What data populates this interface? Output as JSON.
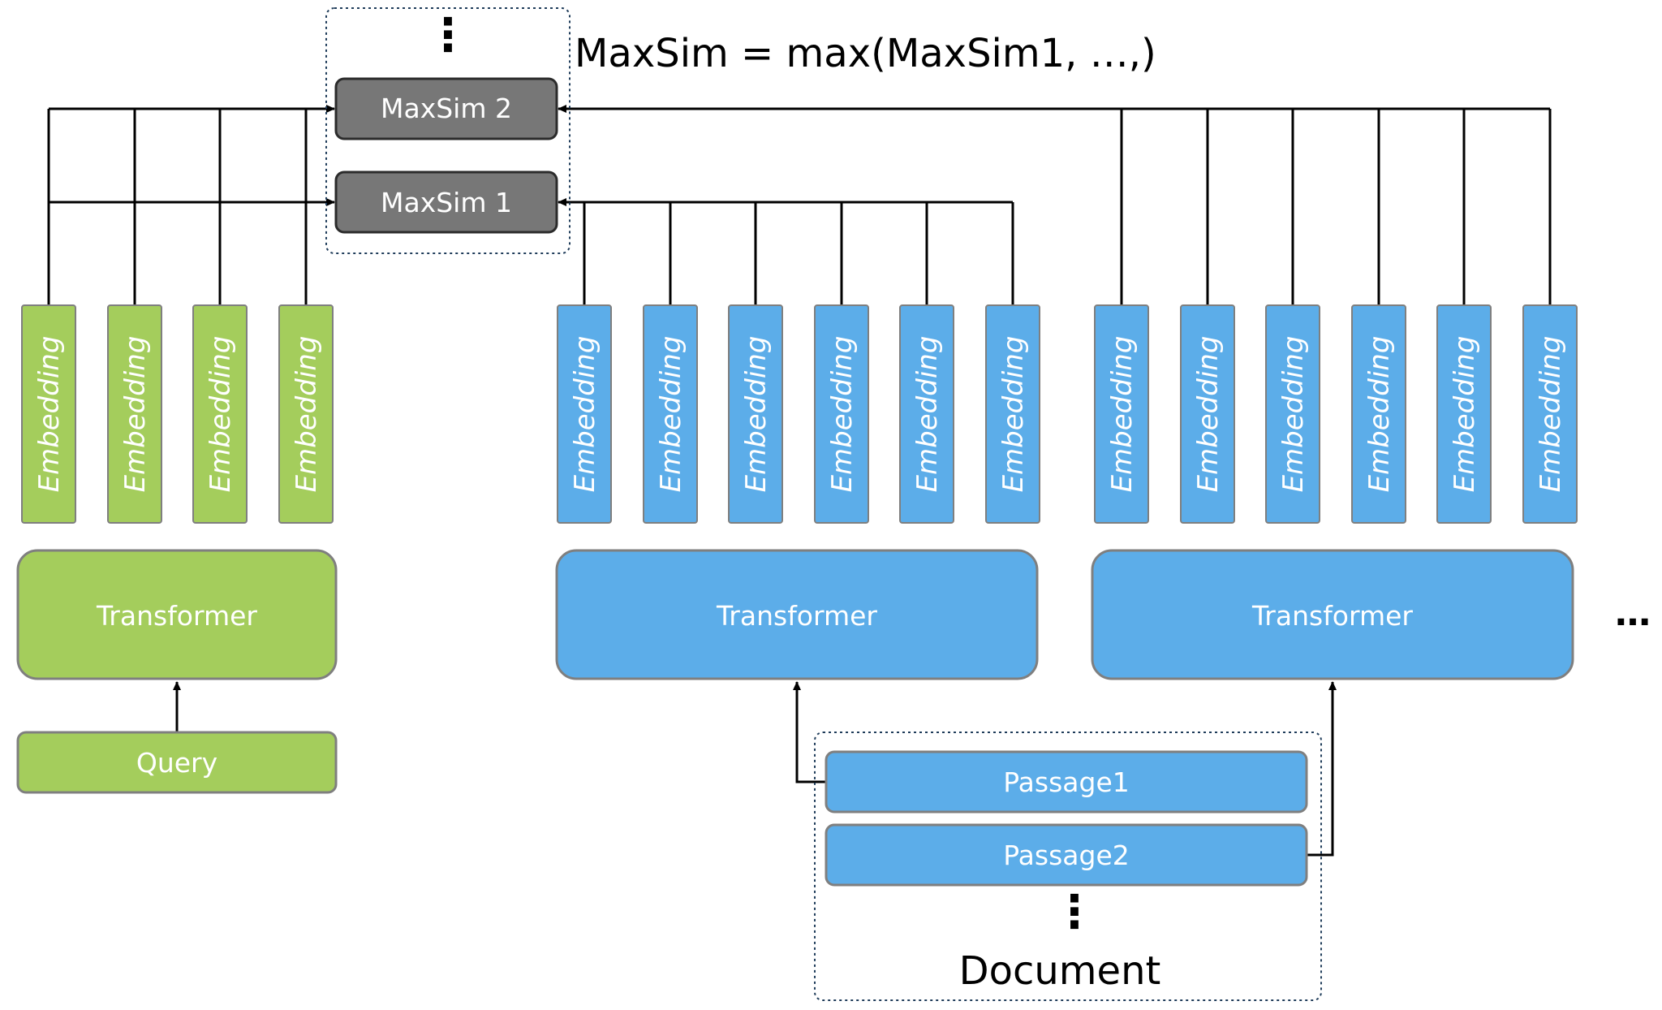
{
  "formula": "MaxSim = max(MaxSim1, …,)",
  "maxsim_boxes": [
    "MaxSim 2",
    "MaxSim 1"
  ],
  "vertical_ellipsis": "⋮",
  "embedding_label": "Embedding",
  "query_embeddings_count": 4,
  "passage_embeddings_per_group": 6,
  "transformers": [
    "Transformer",
    "Transformer",
    "Transformer"
  ],
  "query_label": "Query",
  "passages": [
    "Passage1",
    "Passage2"
  ],
  "document_label": "Document",
  "more_ellipsis": "…",
  "colors": {
    "query_green": "#A4CD5C",
    "passage_blue": "#5CADE9",
    "maxsim_gray": "#777777",
    "border_gray": "#7f7f7f",
    "line": "#000000"
  }
}
